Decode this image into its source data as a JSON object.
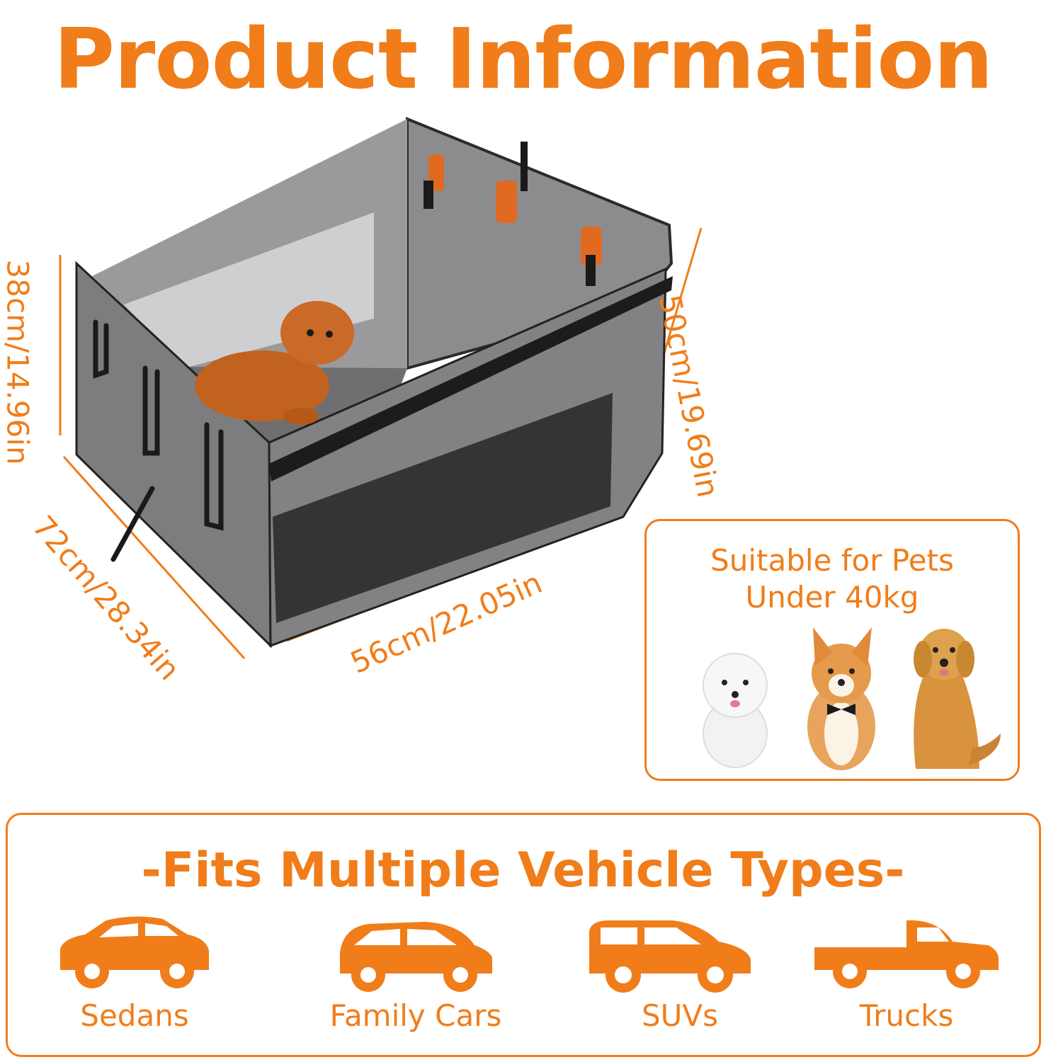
{
  "title": "Product Information",
  "dimensions": {
    "height": "38cm/14.96in",
    "depth": "50cm/19.69in",
    "length": "72cm/28.34in",
    "width": "56cm/22.05in"
  },
  "pet_suitability": {
    "line1": "Suitable for Pets",
    "line2": "Under 40kg"
  },
  "vehicles": {
    "title": "-Fits Multiple Vehicle Types-",
    "items": [
      {
        "label": "Sedans",
        "icon": "sedan-icon"
      },
      {
        "label": "Family Cars",
        "icon": "family-car-icon"
      },
      {
        "label": "SUVs",
        "icon": "suv-icon"
      },
      {
        "label": "Trucks",
        "icon": "truck-icon"
      }
    ]
  },
  "colors": {
    "accent": "#f07d1a",
    "product_gray": "#7b7b7d",
    "dark": "#2a2a2a"
  }
}
